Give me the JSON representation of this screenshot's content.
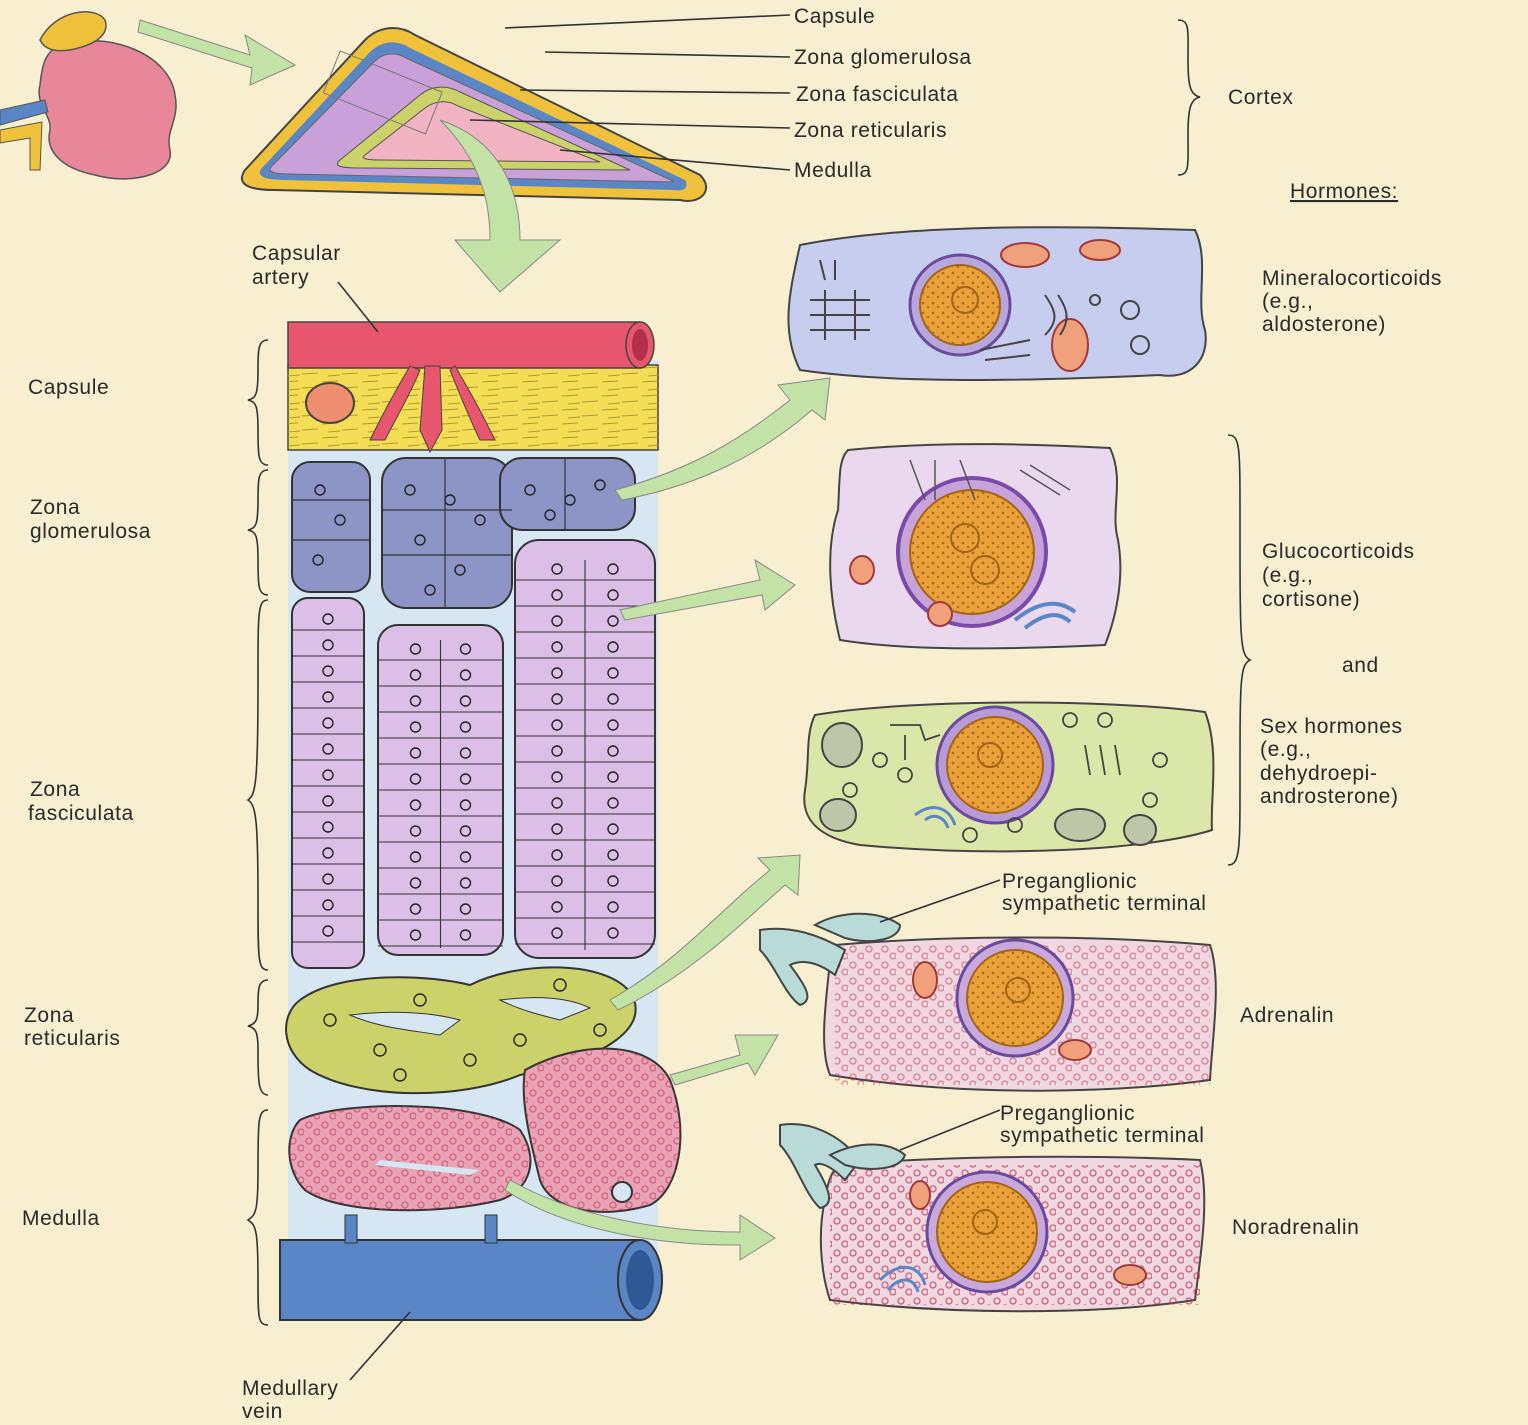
{
  "top_labels": {
    "capsule": "Capsule",
    "zona_glomerulosa": "Zona glomerulosa",
    "zona_fasciculata": "Zona fasciculata",
    "zona_reticularis": "Zona reticularis",
    "medulla": "Medulla",
    "cortex": "Cortex"
  },
  "hormones_heading": "Hormones:",
  "left_labels": {
    "capsule": "Capsule",
    "glomerulosa_1": "Zona",
    "glomerulosa_2": "glomerulosa",
    "fasciculata_1": "Zona",
    "fasciculata_2": "fasciculata",
    "reticularis_1": "Zona",
    "reticularis_2": "reticularis",
    "medulla": "Medulla"
  },
  "vessel_labels": {
    "artery_1": "Capsular",
    "artery_2": "artery",
    "vein_1": "Medullary",
    "vein_2": "vein"
  },
  "hormone_labels": {
    "mineralo_1": "Mineralocorticoids",
    "mineralo_2": "(e.g.,",
    "mineralo_3": "aldosterone)",
    "gluco_1": "Glucocorticoids",
    "gluco_2": "(e.g.,",
    "gluco_3": "cortisone)",
    "and": "and",
    "sex_1": "Sex hormones",
    "sex_2": "(e.g.,",
    "sex_3": "dehydroepi-",
    "sex_4": "androsterone)",
    "adrenalin": "Adrenalin",
    "noradrenalin": "Noradrenalin"
  },
  "terminal_labels": {
    "pre1_1": "Preganglionic",
    "pre1_2": "sympathetic terminal",
    "pre2_1": "Preganglionic",
    "pre2_2": "sympathetic terminal"
  },
  "colors": {
    "background": "#f8efd0",
    "capsule": "#f2dd55",
    "artery": "#e8566e",
    "glomerulosa": "#8c95c6",
    "fasciculata": "#dcbfe6",
    "reticularis": "#ccd26a",
    "medulla": "#e9a3b4",
    "vein": "#5b86c6",
    "arrow": "#c2e3a5"
  }
}
